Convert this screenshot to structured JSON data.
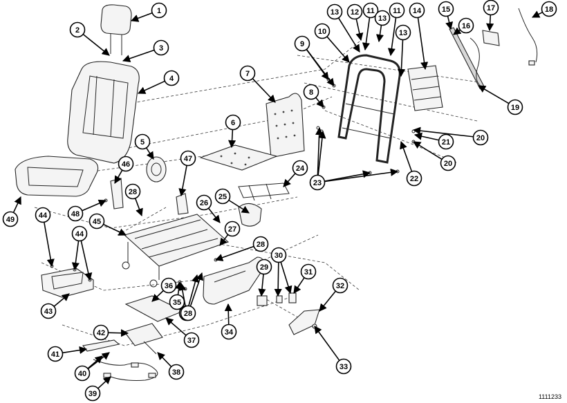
{
  "figure_id": "1111233",
  "callouts": [
    "1",
    "2",
    "3",
    "4",
    "5",
    "6",
    "7",
    "8",
    "9",
    "10",
    "11",
    "11",
    "12",
    "13",
    "13",
    "13",
    "14",
    "15",
    "16",
    "17",
    "18",
    "19",
    "20",
    "20",
    "21",
    "22",
    "23",
    "24",
    "25",
    "26",
    "27",
    "28",
    "28",
    "28",
    "28",
    "29",
    "30",
    "31",
    "32",
    "33",
    "34",
    "35",
    "36",
    "37",
    "38",
    "39",
    "40",
    "41",
    "42",
    "43",
    "44",
    "44",
    "45",
    "46",
    "47",
    "48",
    "49"
  ]
}
